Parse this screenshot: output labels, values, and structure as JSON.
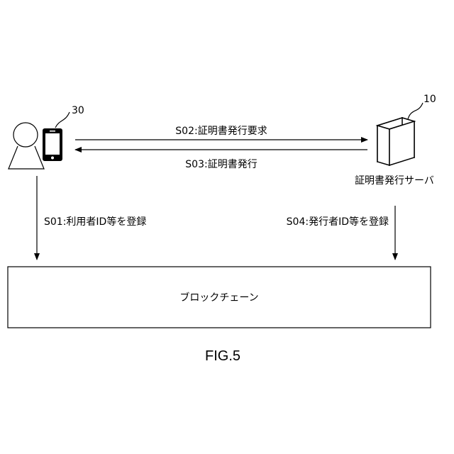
{
  "labels": {
    "user_ref": "30",
    "server_ref": "10",
    "s02": "S02:証明書発行要求",
    "s03": "S03:証明書発行",
    "server_name": "証明書発行サーバ",
    "s01": "S01:利用者ID等を登録",
    "s04": "S04:発行者ID等を登録",
    "blockchain": "ブロックチェーン",
    "figure": "FIG.5"
  }
}
